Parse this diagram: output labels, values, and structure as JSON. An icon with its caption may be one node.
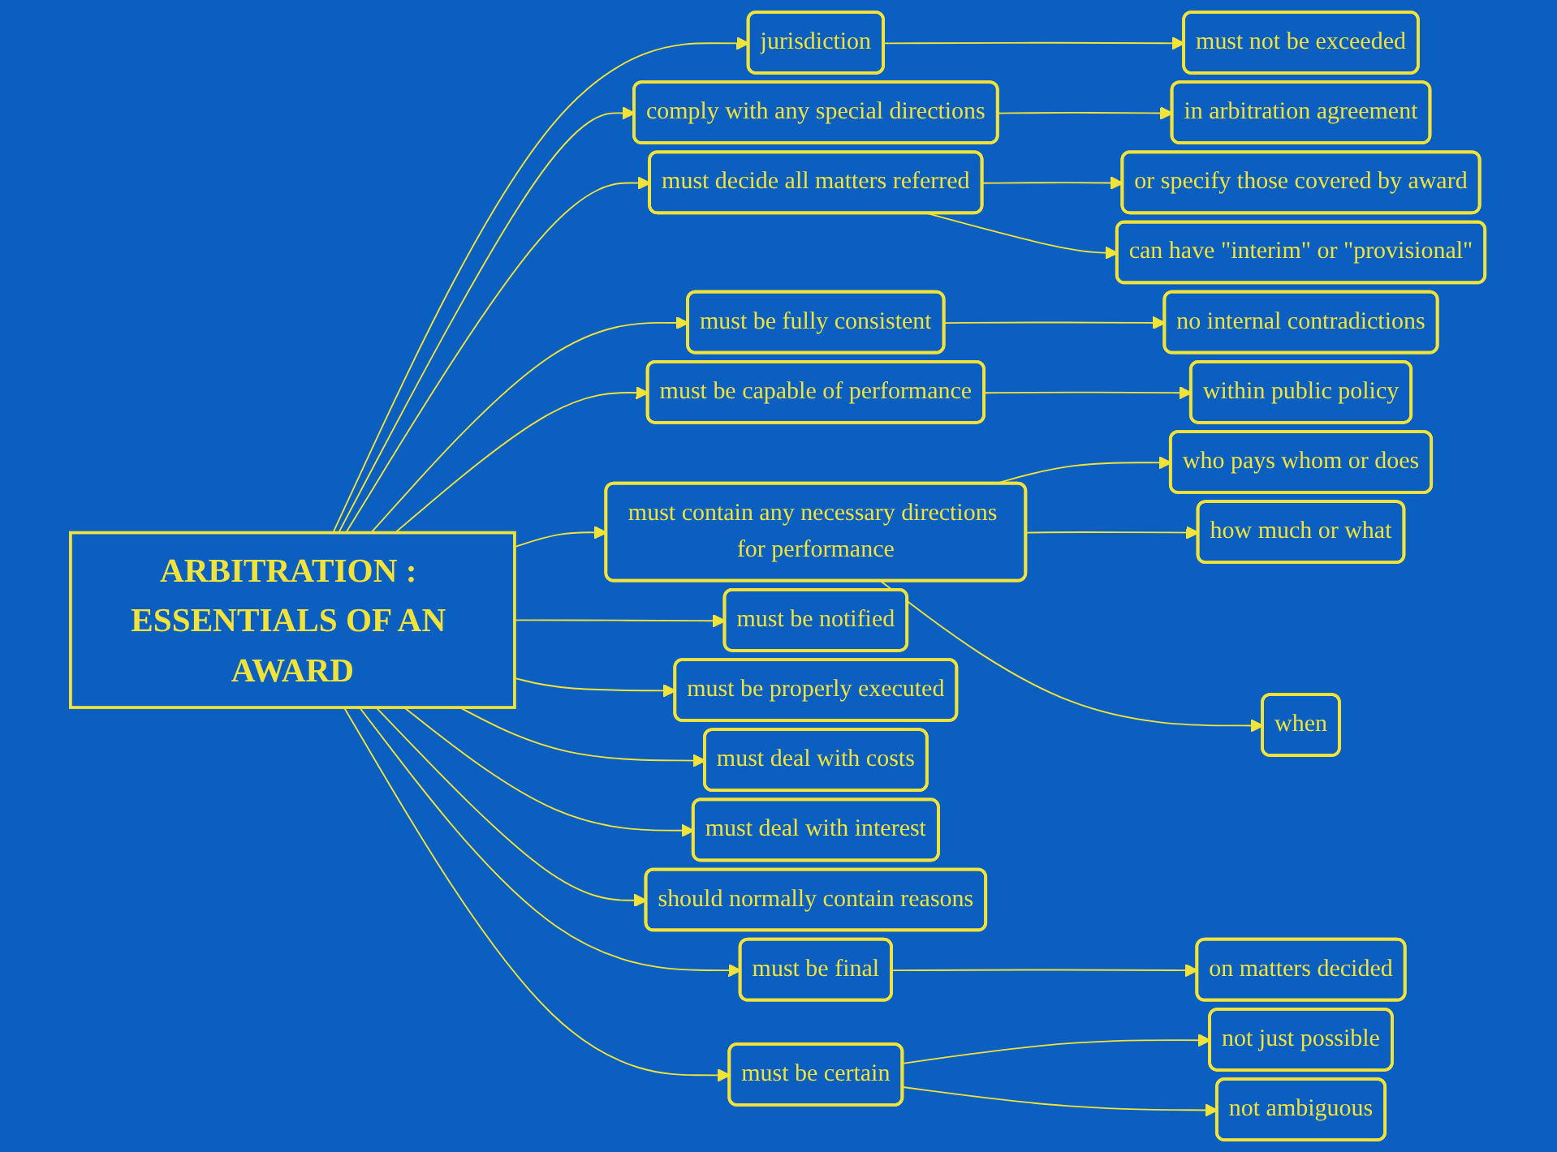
{
  "diagram": {
    "nodes": [
      {
        "text": [
          "ARBITRATION : ESSENTIALS OF AN AWARD"
        ]
      },
      {
        "text": [
          "jurisdiction"
        ]
      },
      {
        "text": [
          "must not be exceeded"
        ]
      },
      {
        "text": [
          "comply with any special directions"
        ]
      },
      {
        "text": [
          "in arbitration agreement"
        ]
      },
      {
        "text": [
          "must decide all matters referred"
        ]
      },
      {
        "text": [
          "or specify those covered by award"
        ]
      },
      {
        "text": [
          "can have \"interim\" or \"provisional\""
        ]
      },
      {
        "text": [
          "must be fully consistent"
        ]
      },
      {
        "text": [
          "no internal contradictions"
        ]
      },
      {
        "text": [
          "must be capable of performance"
        ]
      },
      {
        "text": [
          "within public policy"
        ]
      },
      {
        "text": [
          "must contain any necessary directions for performance"
        ]
      },
      {
        "text": [
          "who pays whom or does"
        ]
      },
      {
        "text": [
          "how much or what"
        ]
      },
      {
        "text": [
          "when"
        ]
      },
      {
        "text": [
          "must be notified"
        ]
      },
      {
        "text": [
          "must be properly executed"
        ]
      },
      {
        "text": [
          "must deal with costs"
        ]
      },
      {
        "text": [
          "must deal with interest"
        ]
      },
      {
        "text": [
          "should normally contain reasons"
        ]
      },
      {
        "text": [
          "must be final"
        ]
      },
      {
        "text": [
          "on matters decided"
        ]
      },
      {
        "text": [
          "must be certain"
        ]
      },
      {
        "text": [
          "not just possible"
        ]
      },
      {
        "text": [
          "not ambiguous"
        ]
      }
    ],
    "edges": [
      {
        "from": 0,
        "to": 1,
        "arrow": "to"
      },
      {
        "from": 1,
        "to": 2,
        "arrow": "to"
      },
      {
        "from": 0,
        "to": 3,
        "arrow": "to"
      },
      {
        "from": 3,
        "to": 4,
        "arrow": "to"
      },
      {
        "from": 0,
        "to": 5,
        "arrow": "to"
      },
      {
        "from": 5,
        "to": 6,
        "arrow": "to"
      },
      {
        "from": 5,
        "to": 7,
        "arrow": "to"
      },
      {
        "from": 0,
        "to": 8,
        "arrow": "to"
      },
      {
        "from": 8,
        "to": 9,
        "arrow": "to"
      },
      {
        "from": 0,
        "to": 10,
        "arrow": "to"
      },
      {
        "from": 10,
        "to": 11,
        "arrow": "to"
      },
      {
        "from": 0,
        "to": 12,
        "arrow": "to"
      },
      {
        "from": 12,
        "to": 13,
        "arrow": "to"
      },
      {
        "from": 12,
        "to": 14,
        "arrow": "to"
      },
      {
        "from": 12,
        "to": 15,
        "arrow": "to"
      },
      {
        "from": 0,
        "to": 16,
        "arrow": "to"
      },
      {
        "from": 0,
        "to": 17,
        "arrow": "to"
      },
      {
        "from": 0,
        "to": 18,
        "arrow": "to"
      },
      {
        "from": 0,
        "to": 19,
        "arrow": "to"
      },
      {
        "from": 0,
        "to": 20,
        "arrow": "to"
      },
      {
        "from": 0,
        "to": 21,
        "arrow": "to"
      },
      {
        "from": 21,
        "to": 22,
        "arrow": "to"
      },
      {
        "from": 0,
        "to": 23,
        "arrow": "to"
      },
      {
        "from": 23,
        "to": 24,
        "arrow": "to"
      },
      {
        "from": 23,
        "to": 25,
        "arrow": "to"
      }
    ]
  }
}
